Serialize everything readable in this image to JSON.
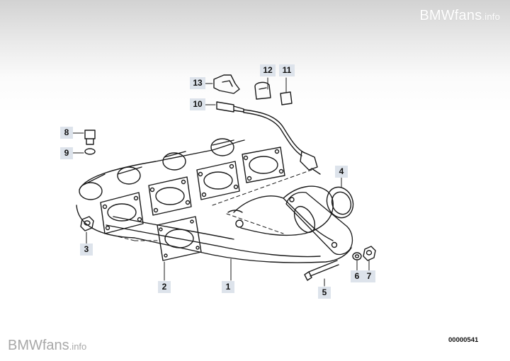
{
  "watermark": {
    "top_brand": "BMWfans",
    "top_suffix": ".info",
    "bottom_brand": "BMWfans",
    "bottom_suffix": ".info"
  },
  "diagram_number": "00000541",
  "callouts": {
    "c1": "1",
    "c2": "2",
    "c3": "3",
    "c4": "4",
    "c5": "5",
    "c6": "6",
    "c7": "7",
    "c8": "8",
    "c9": "9",
    "c10": "10",
    "c11": "11",
    "c12": "12",
    "c13": "13"
  },
  "colors": {
    "line": "#1a1a1a",
    "callout_bg": "#dde3eb",
    "header_gradient": "#d2d2d2"
  }
}
